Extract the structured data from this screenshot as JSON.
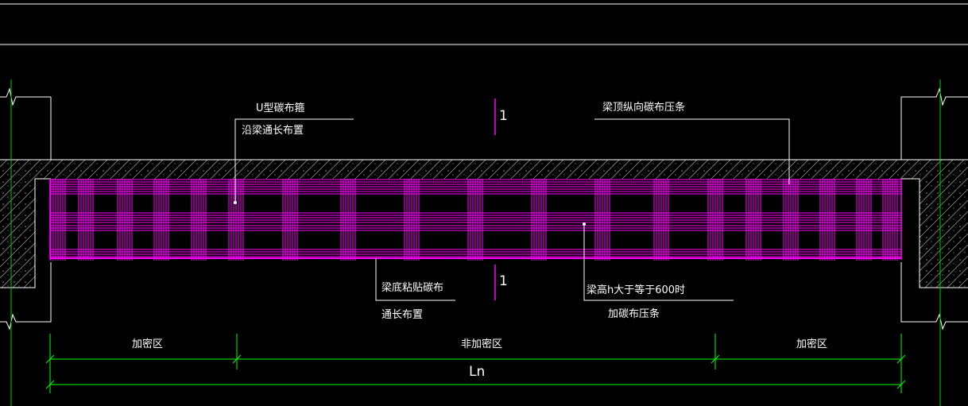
{
  "annotations": {
    "u_stirrup": "U型碳布箍",
    "u_stirrup_note": "沿梁通长布置",
    "top_strip": "梁顶纵向碳布压条",
    "bottom_cloth": "梁底粘贴碳布",
    "bottom_cloth_note": "通长布置",
    "tall_beam": "梁高h大于等于600时",
    "tall_beam_note": "加碳布压条"
  },
  "section_marks": {
    "top": "1",
    "bottom": "1"
  },
  "dimensions": {
    "dense_left": "加密区",
    "non_dense": "非加密区",
    "dense_right": "加密区",
    "total": "Ln"
  },
  "colors": {
    "background": "#000000",
    "line": "#ffffff",
    "cloth": "#ff00ff",
    "dimension": "#00ff00",
    "hatch": "#9a9a9a"
  }
}
